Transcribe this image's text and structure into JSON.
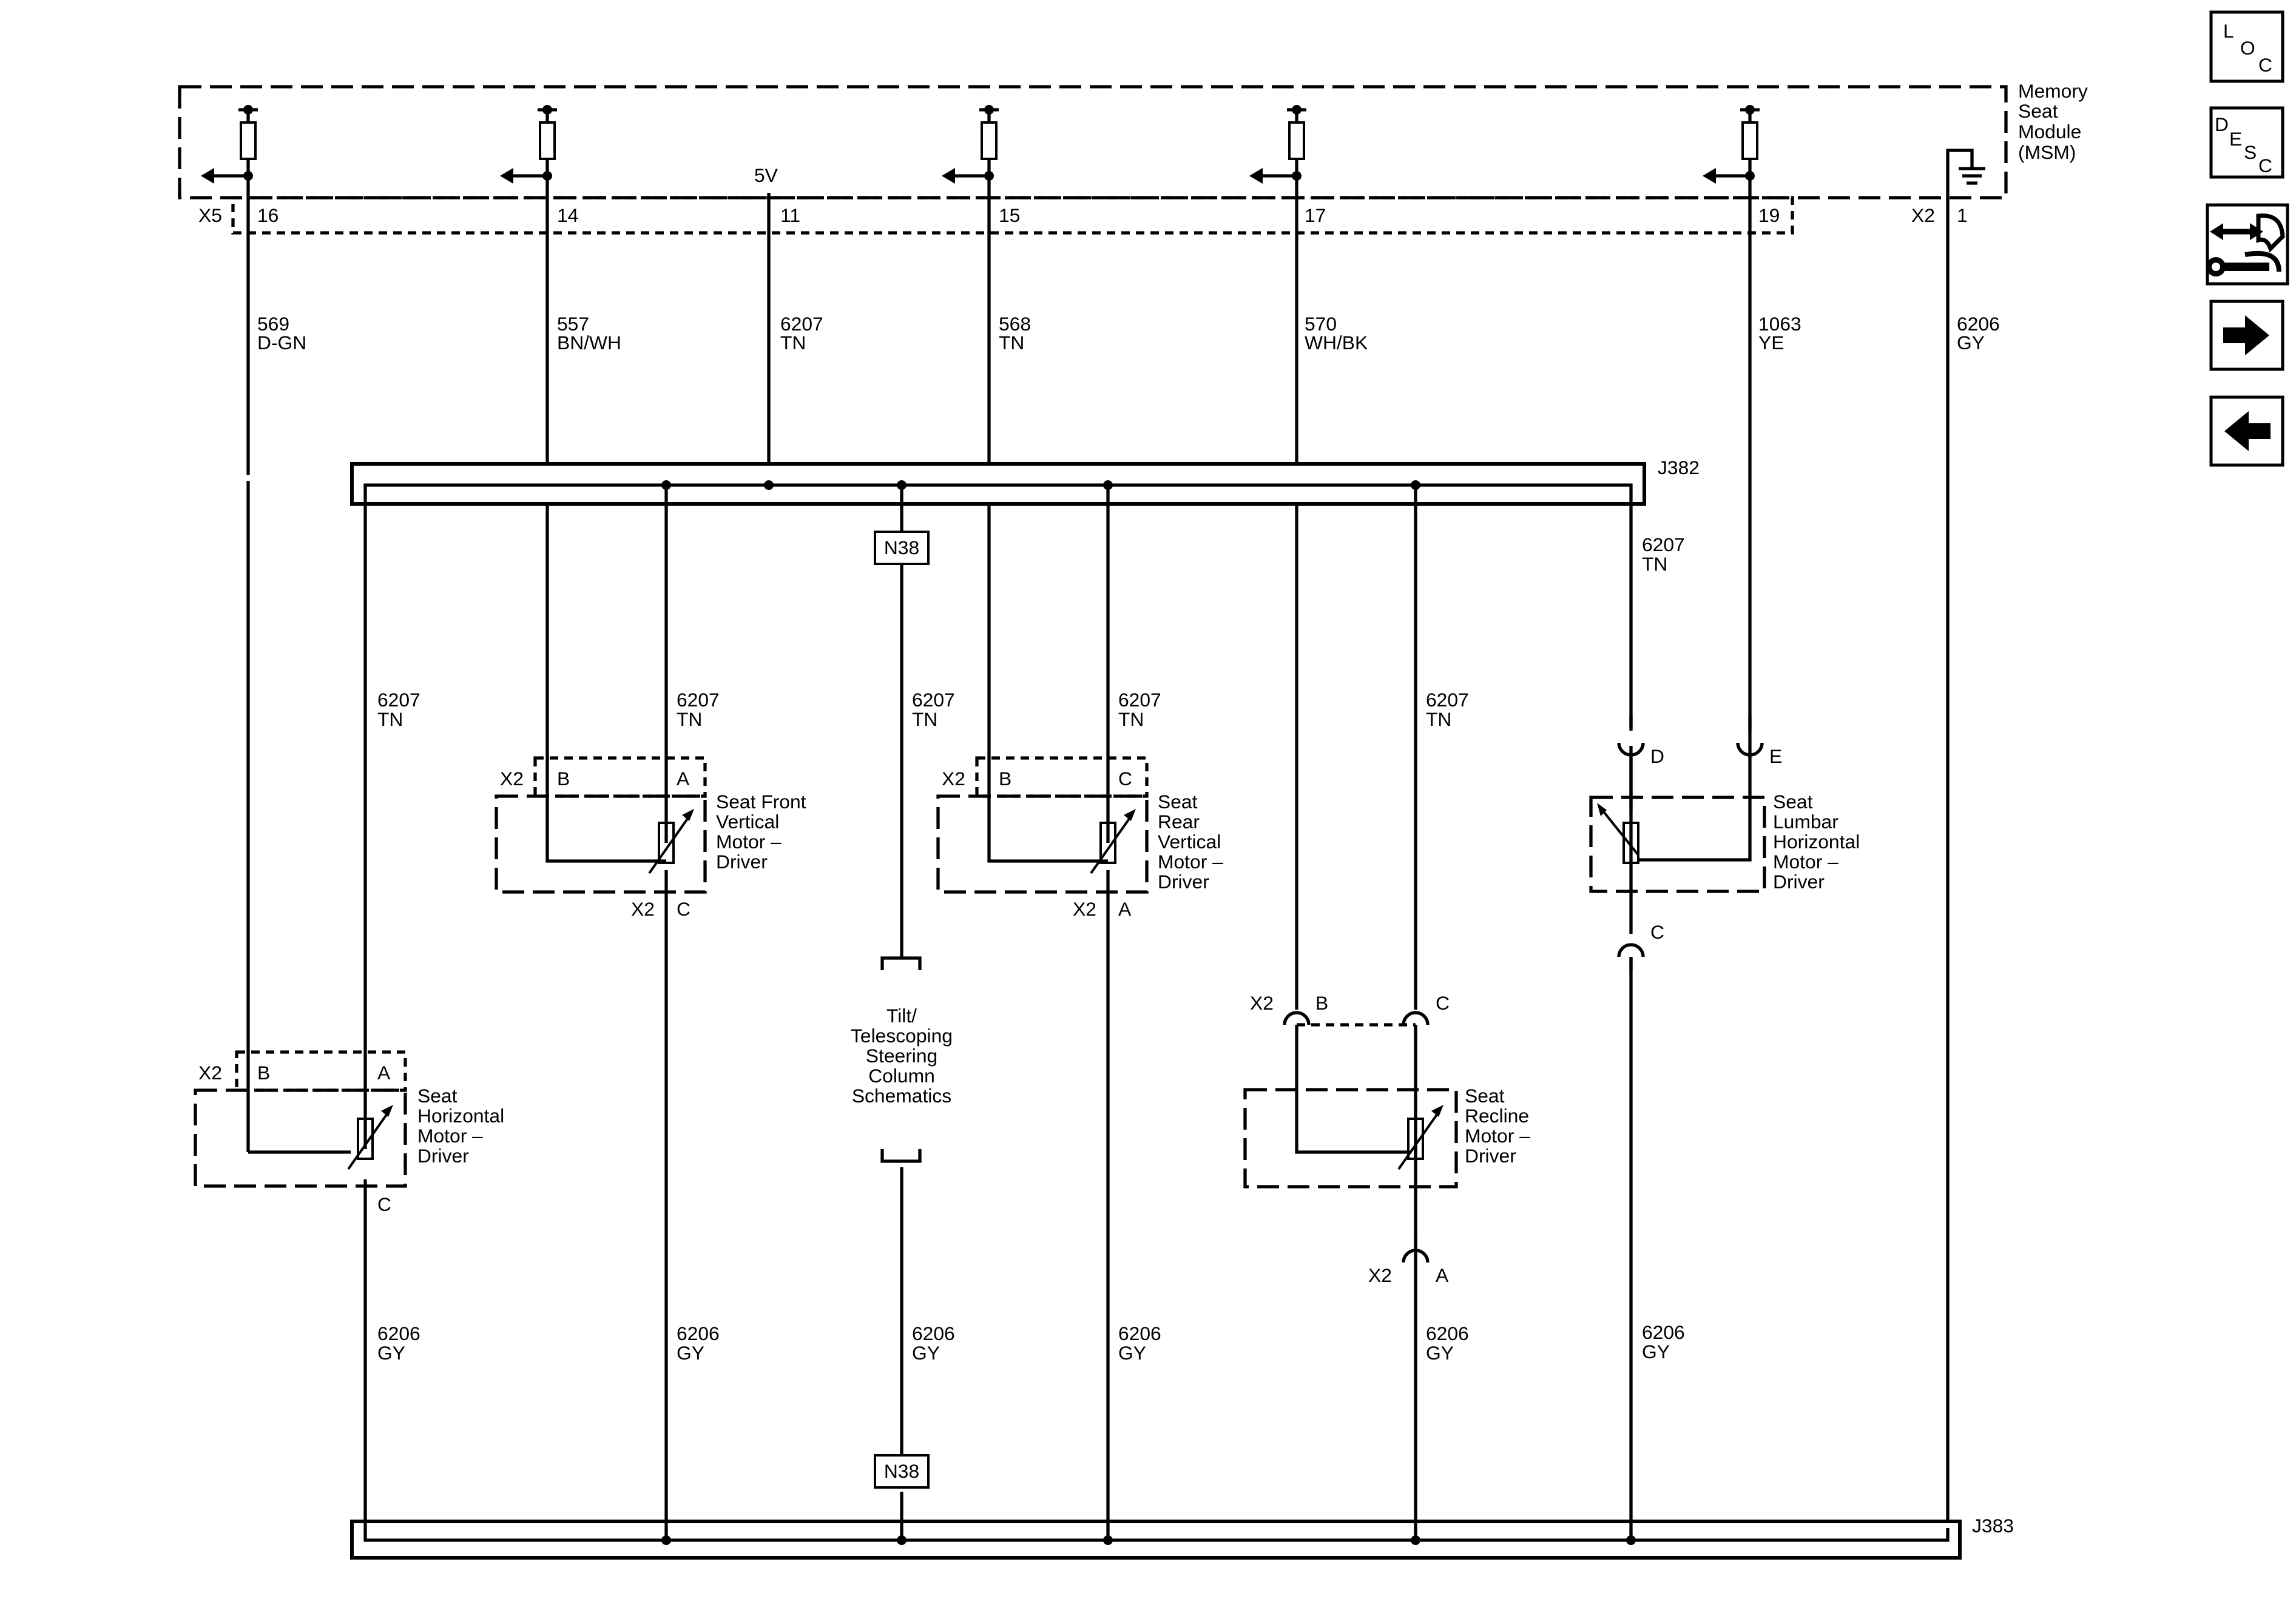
{
  "module": {
    "name_lines": [
      "Memory",
      "Seat",
      "Module",
      "(MSM)"
    ],
    "supply_label": "5V",
    "connector_x5": "X5",
    "connector_x2": "X2",
    "pins": {
      "p16": "16",
      "p14": "14",
      "p11": "11",
      "p15": "15",
      "p17": "17",
      "p19": "19",
      "p1": "1"
    }
  },
  "wires": {
    "w16": {
      "circuit": "569",
      "color": "D-GN"
    },
    "w14": {
      "circuit": "557",
      "color": "BN/WH"
    },
    "w11": {
      "circuit": "6207",
      "color": "TN"
    },
    "w15": {
      "circuit": "568",
      "color": "TN"
    },
    "w17": {
      "circuit": "570",
      "color": "WH/BK"
    },
    "w19": {
      "circuit": "1063",
      "color": "YE"
    },
    "w1": {
      "circuit": "6206",
      "color": "GY"
    },
    "tn": {
      "circuit": "6207",
      "color": "TN"
    },
    "gy": {
      "circuit": "6206",
      "color": "GY"
    }
  },
  "splices": {
    "top": "J382",
    "bottom": "J383"
  },
  "inline_connector": "N38",
  "column_ref_lines": [
    "Tilt/",
    "Telescoping",
    "Steering",
    "Column",
    "Schematics"
  ],
  "motors": {
    "front_vertical": {
      "label_lines": [
        "Seat Front",
        "Vertical",
        "Motor –",
        "Driver"
      ],
      "connector": "X2",
      "pins": [
        "B",
        "A",
        "C"
      ]
    },
    "rear_vertical": {
      "label_lines": [
        "Seat",
        "Rear",
        "Vertical",
        "Motor –",
        "Driver"
      ],
      "connector": "X2",
      "pins": [
        "B",
        "C",
        "A"
      ]
    },
    "horizontal": {
      "label_lines": [
        "Seat",
        "Horizontal",
        "Motor –",
        "Driver"
      ],
      "connector": "X2",
      "pins": [
        "B",
        "A",
        "C"
      ]
    },
    "recline": {
      "label_lines": [
        "Seat",
        "Recline",
        "Motor –",
        "Driver"
      ],
      "connector": "X2",
      "pins": [
        "B",
        "C",
        "A"
      ]
    },
    "lumbar": {
      "label_lines": [
        "Seat",
        "Lumbar",
        "Horizontal",
        "Motor –",
        "Driver"
      ],
      "pins": [
        "D",
        "E",
        "C"
      ]
    }
  },
  "nav": {
    "loc": [
      "L",
      "O",
      "C"
    ],
    "desc": [
      "D",
      "E",
      "S",
      "C"
    ],
    "icons": [
      "connector-repair-icon",
      "arrow-right-icon",
      "arrow-left-icon"
    ]
  }
}
